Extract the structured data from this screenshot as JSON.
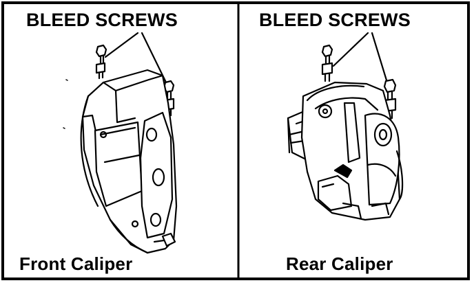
{
  "panels": [
    {
      "title": "BLEED SCREWS",
      "caption": "Front Caliper"
    },
    {
      "title": "BLEED SCREWS",
      "caption": "Rear Caliper"
    }
  ]
}
